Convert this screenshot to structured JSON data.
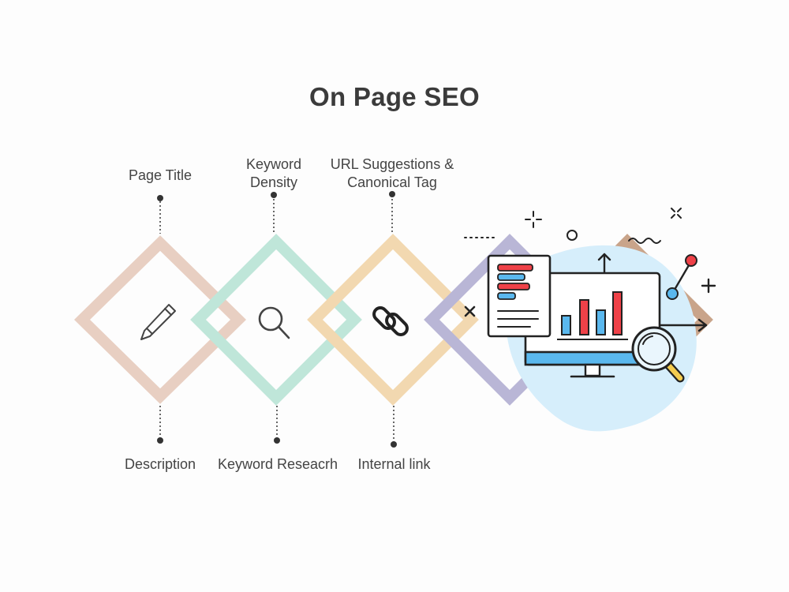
{
  "title": "On Page SEO",
  "top_labels": {
    "page_title": "Page Title",
    "keyword_density": "Keyword\nDensity",
    "url_suggestions": "URL Suggestions &\nCanonical Tag"
  },
  "bottom_labels": {
    "description": "Description",
    "keyword_research": "Keyword Reseacrh",
    "internal_link": "Internal link"
  },
  "colors": {
    "diamond_1": "#e8cfc2",
    "diamond_2": "#bfe6d9",
    "diamond_3": "#f2d8b0",
    "diamond_4": "#b9b6d6",
    "diamond_5": "#c9a48a",
    "blob": "#d6eefb",
    "red": "#ef4148",
    "blue": "#5ab8ee",
    "yellow": "#f5cc4e",
    "ink": "#222222"
  },
  "icons": [
    "pencil-icon",
    "search-icon",
    "link-icon",
    "analytics-monitor-illustration"
  ]
}
